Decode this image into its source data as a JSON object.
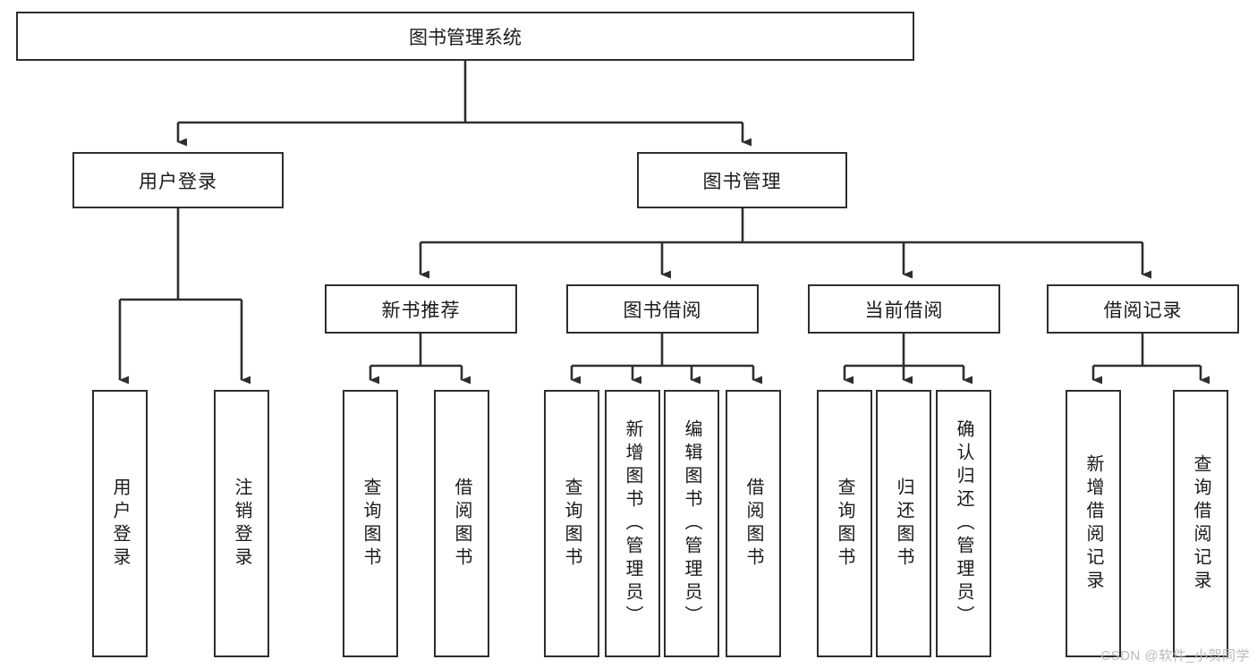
{
  "diagram": {
    "title": "图书管理系统",
    "type": "tree-hierarchy-diagram",
    "orientation": "top-down",
    "colors": {
      "box_border": "#2e2e2e",
      "box_fill": "#ffffff",
      "connector": "#2e2e2e",
      "text": "#1a1a1a",
      "watermark": "#b9b9b9",
      "background": "#ffffff"
    },
    "root": {
      "label": "图书管理系统"
    },
    "level2": [
      {
        "label": "用户登录"
      },
      {
        "label": "图书管理"
      }
    ],
    "level3": [
      {
        "label": "新书推荐"
      },
      {
        "label": "图书借阅"
      },
      {
        "label": "当前借阅"
      },
      {
        "label": "借阅记录"
      }
    ],
    "leaves": {
      "user_login": [
        {
          "label": "用户登录"
        },
        {
          "label": "注销登录"
        }
      ],
      "new_book_recommend": [
        {
          "label": "查询图书"
        },
        {
          "label": "借阅图书"
        }
      ],
      "book_borrow": [
        {
          "label": "查询图书"
        },
        {
          "label": "新增图书（管理员）"
        },
        {
          "label": "编辑图书（管理员）"
        },
        {
          "label": "借阅图书"
        }
      ],
      "current_borrow": [
        {
          "label": "查询图书"
        },
        {
          "label": "归还图书"
        },
        {
          "label": "确认归还（管理员）"
        }
      ],
      "borrow_record": [
        {
          "label": "新增借阅记录"
        },
        {
          "label": "查询借阅记录"
        }
      ]
    }
  },
  "watermark": {
    "text": "CSDN @软件_小贺同学"
  }
}
